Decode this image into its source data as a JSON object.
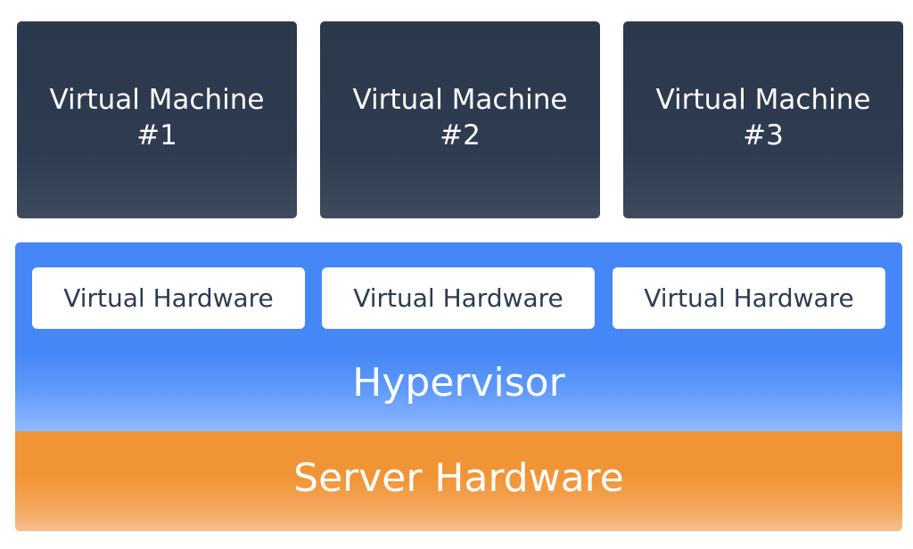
{
  "virtual_machines": [
    {
      "line1": "Virtual Machine",
      "line2": "#1"
    },
    {
      "line1": "Virtual Machine",
      "line2": "#2"
    },
    {
      "line1": "Virtual Machine",
      "line2": "#3"
    }
  ],
  "hypervisor": {
    "label": "Hypervisor",
    "virtual_hardware": [
      "Virtual Hardware",
      "Virtual Hardware",
      "Virtual Hardware"
    ]
  },
  "server": {
    "label": "Server Hardware"
  },
  "colors": {
    "vm_box": "#2e3b50",
    "hypervisor": "#4587f7",
    "server": "#f19435",
    "vhw_text": "#2e3b50"
  }
}
